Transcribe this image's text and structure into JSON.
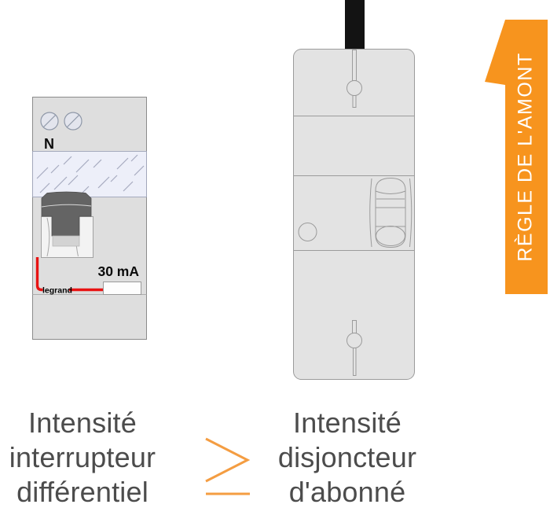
{
  "banner": {
    "label": "RÈGLE DE L'AMONT",
    "background_color": "#F7941E",
    "text_color": "#FFFFFF"
  },
  "left_device": {
    "type": "interrupteur différentiel",
    "neutral_label": "N",
    "sensitivity_label": "30 mA",
    "brand_label": "legrand",
    "body_color": "#DEDEDE",
    "window_color": "#EDEFF9",
    "handle_color": "#646464",
    "accent_red": "#E81313"
  },
  "right_device": {
    "type": "disjoncteur d'abonné",
    "body_color": "#E3E3E3",
    "cable_color": "#131313"
  },
  "comparison": {
    "symbol": "≥",
    "color": "#F49D42"
  },
  "captions": {
    "left": {
      "lines": [
        "Intensité",
        "interrupteur",
        "différentiel"
      ]
    },
    "right": {
      "lines": [
        "Intensité",
        "disjoncteur",
        "d'abonné"
      ]
    }
  },
  "text_color": "#4C4C4C"
}
